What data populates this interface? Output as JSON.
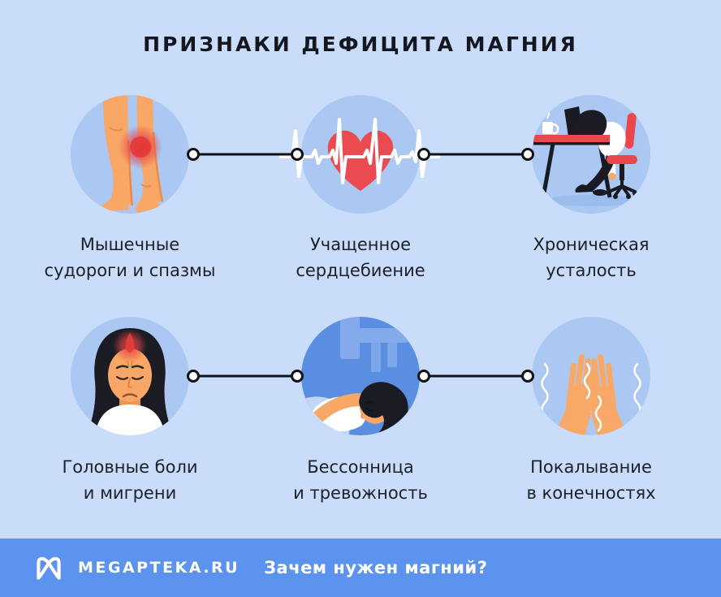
{
  "title": "ПРИЗНАКИ ДЕФИЦИТА МАГНИЯ",
  "colors": {
    "background": "#c9ddfb",
    "circle": "#aac8f2",
    "circle_dark": "#5a8ee0",
    "accent_red": "#e9474c",
    "title_text": "#16161f",
    "label_text": "#1d1f29",
    "footer_bar": "#5c93ee",
    "skin": "#f8a766"
  },
  "symptoms": [
    {
      "icon": "muscle-cramps-legs-icon",
      "line1": "Мышечные",
      "line2": "судороги и спазмы"
    },
    {
      "icon": "heart-ekg-icon",
      "line1": "Учащенное",
      "line2": "сердцебиение"
    },
    {
      "icon": "tired-at-desk-icon",
      "line1": "Хроническая",
      "line2": "усталость"
    },
    {
      "icon": "headache-woman-icon",
      "line1": "Головные боли",
      "line2": "и мигрени"
    },
    {
      "icon": "sleeping-person-icon",
      "line1": "Бессонница",
      "line2": "и тревожность"
    },
    {
      "icon": "tingling-hands-icon",
      "line1": "Покалывание",
      "line2": "в конечностях"
    }
  ],
  "footer": {
    "brand": "MEGAPTEKA.RU",
    "link_text": "Зачем нужен магний?"
  }
}
